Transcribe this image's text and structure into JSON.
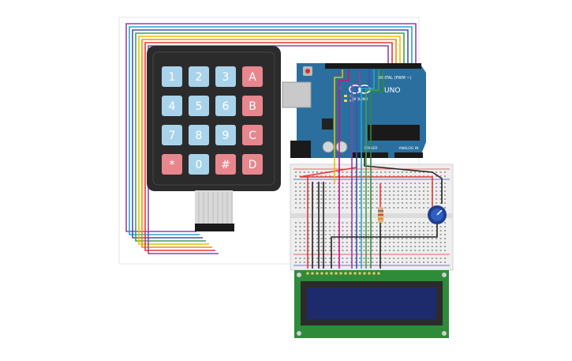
{
  "keypad": {
    "keys": [
      {
        "label": "1",
        "kind": "num"
      },
      {
        "label": "2",
        "kind": "num"
      },
      {
        "label": "3",
        "kind": "num"
      },
      {
        "label": "A",
        "kind": "letter"
      },
      {
        "label": "4",
        "kind": "num"
      },
      {
        "label": "5",
        "kind": "num"
      },
      {
        "label": "6",
        "kind": "num"
      },
      {
        "label": "B",
        "kind": "letter"
      },
      {
        "label": "7",
        "kind": "num"
      },
      {
        "label": "8",
        "kind": "num"
      },
      {
        "label": "9",
        "kind": "num"
      },
      {
        "label": "C",
        "kind": "letter"
      },
      {
        "label": "*",
        "kind": "letter"
      },
      {
        "label": "0",
        "kind": "num"
      },
      {
        "label": "#",
        "kind": "letter"
      },
      {
        "label": "D",
        "kind": "letter"
      }
    ]
  },
  "arduino": {
    "model": "UNO",
    "brand": "ARDUINO",
    "digital_label": "DIGITAL (PWM ~)",
    "power_label": "POWER",
    "analog_label": "ANALOG IN",
    "tx_label": "TX",
    "rx_label": "RX",
    "l_label": "L"
  },
  "colors": {
    "keypad_body": "#2b2b2b",
    "key_num": "#a9d3ea",
    "key_letter": "#e8868e",
    "arduino_board": "#2a6f9e",
    "breadboard": "#eeeeee",
    "lcd_pcb": "#2e8b3a",
    "lcd_screen": "#1d2a6b",
    "wire_red": "#e53935",
    "wire_orange": "#fb8c00",
    "wire_yellow": "#e6c200",
    "wire_green": "#43a047",
    "wire_cyan": "#26a6c9",
    "wire_blue": "#3f51b5",
    "wire_purple": "#8e44ad",
    "wire_black": "#222222"
  }
}
